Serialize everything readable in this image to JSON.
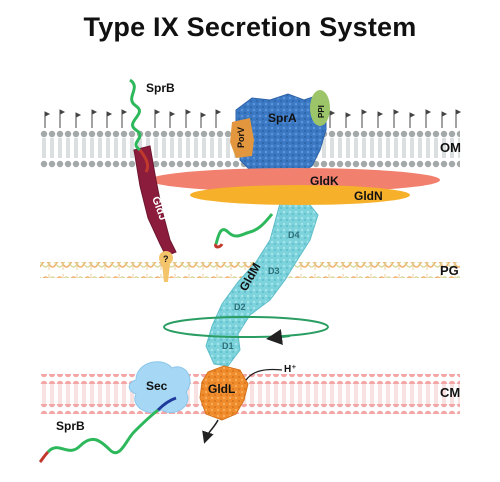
{
  "title": "Type IX Secretion System",
  "membranes": {
    "outer": "OM",
    "peptidoglycan": "PG",
    "cytoplasmic": "CM"
  },
  "proteins": {
    "sprb_top": "SprB",
    "sprb_bottom": "SprB",
    "spra": "SprA",
    "ppi": "PPI",
    "porv": "PorV",
    "gldk": "GldK",
    "gldn": "GldN",
    "gldj": "GldJ",
    "gldm": "GldM",
    "gldl": "GldL",
    "sec": "Sec",
    "question_mark": "?",
    "proton": "H⁺"
  },
  "gldm_domains": [
    "D4",
    "D3",
    "D2",
    "D1"
  ],
  "colors": {
    "membrane_head": "#9aa0a0",
    "membrane_tail": "#b5bbbb",
    "cm_head": "#f3a6a6",
    "pg_orange": "#f3b26a",
    "sprb_green": "#2eb85c",
    "spra_blue": "#3b78c4",
    "gldk_salmon": "#f1806e",
    "gldn_orange": "#f6b02a",
    "gldj_maroon": "#8c1c3c",
    "gldm_cyan": "#7dd3dc",
    "gldl_orange": "#f08c2c",
    "sec_blue": "#a6d8f6"
  }
}
